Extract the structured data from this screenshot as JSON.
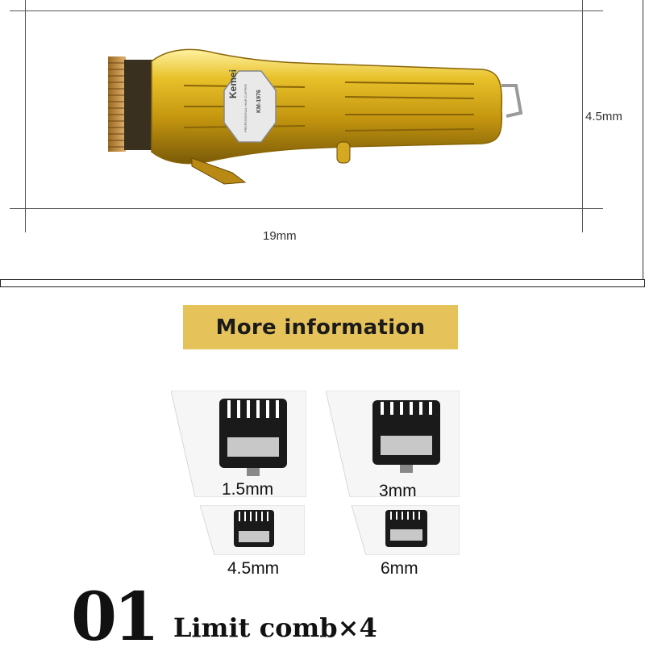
{
  "dimensions": {
    "height_label": "4.5mm",
    "width_label": "19mm"
  },
  "product": {
    "brand": "Kemei",
    "subtitle": "PROFESSIONAL HAIR CLIPPER",
    "model": "KM-1976",
    "body_color": "#e2b524",
    "accent_color": "#7a5a08"
  },
  "banner": {
    "title": "More information",
    "color": "#e6c25a"
  },
  "combs": [
    {
      "label": "1.5mm"
    },
    {
      "label": "3mm"
    },
    {
      "label": "4.5mm"
    },
    {
      "label": "6mm"
    }
  ],
  "footer": {
    "number": "01",
    "title": "Limit comb×4"
  }
}
